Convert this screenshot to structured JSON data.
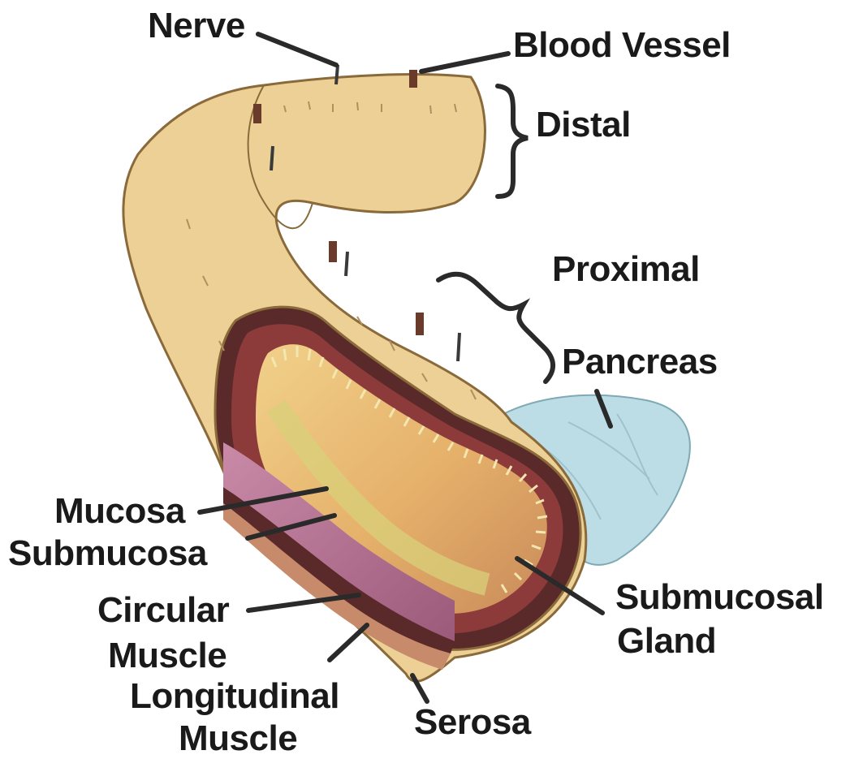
{
  "labels": {
    "nerve": "Nerve",
    "blood_vessel": "Blood Vessel",
    "distal": "Distal",
    "proximal": "Proximal",
    "pancreas": "Pancreas",
    "mucosa": "Mucosa",
    "submucosa": "Submucosa",
    "circular_muscle_1": "Circular",
    "circular_muscle_2": "Muscle",
    "longitudinal_muscle_1": "Longitudinal",
    "longitudinal_muscle_2": "Muscle",
    "submucosal_gland_1": "Submucosal",
    "submucosal_gland_2": "Gland",
    "serosa": "Serosa"
  },
  "colors": {
    "tissue_outer": "#ecd095",
    "tissue_outline": "#8a6a3a",
    "mucosa_inner": "#e6b26c",
    "villi": "#d8d07a",
    "muscle_dark": "#5a2a2a",
    "muscle_pink": "#b56b86",
    "pancreas": "#bcdde6",
    "leader_line": "#2a2a2a"
  }
}
